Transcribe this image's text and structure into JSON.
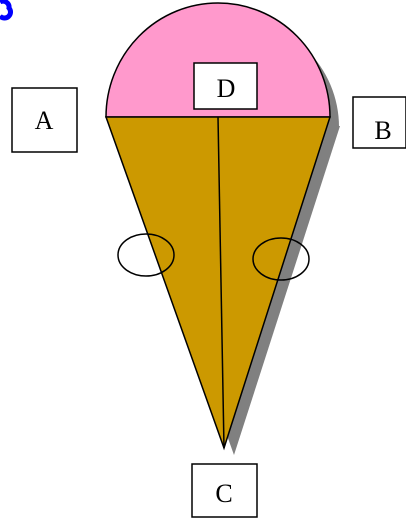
{
  "colors": {
    "scoop": "#ff99cc",
    "cone": "#cc9900",
    "shadow": "#808080",
    "corner_mark": "#0000ff",
    "outline": "#000000",
    "label_box": "#ffffff"
  },
  "labels": {
    "a": "A",
    "b": "B",
    "c": "C",
    "d": "D"
  }
}
